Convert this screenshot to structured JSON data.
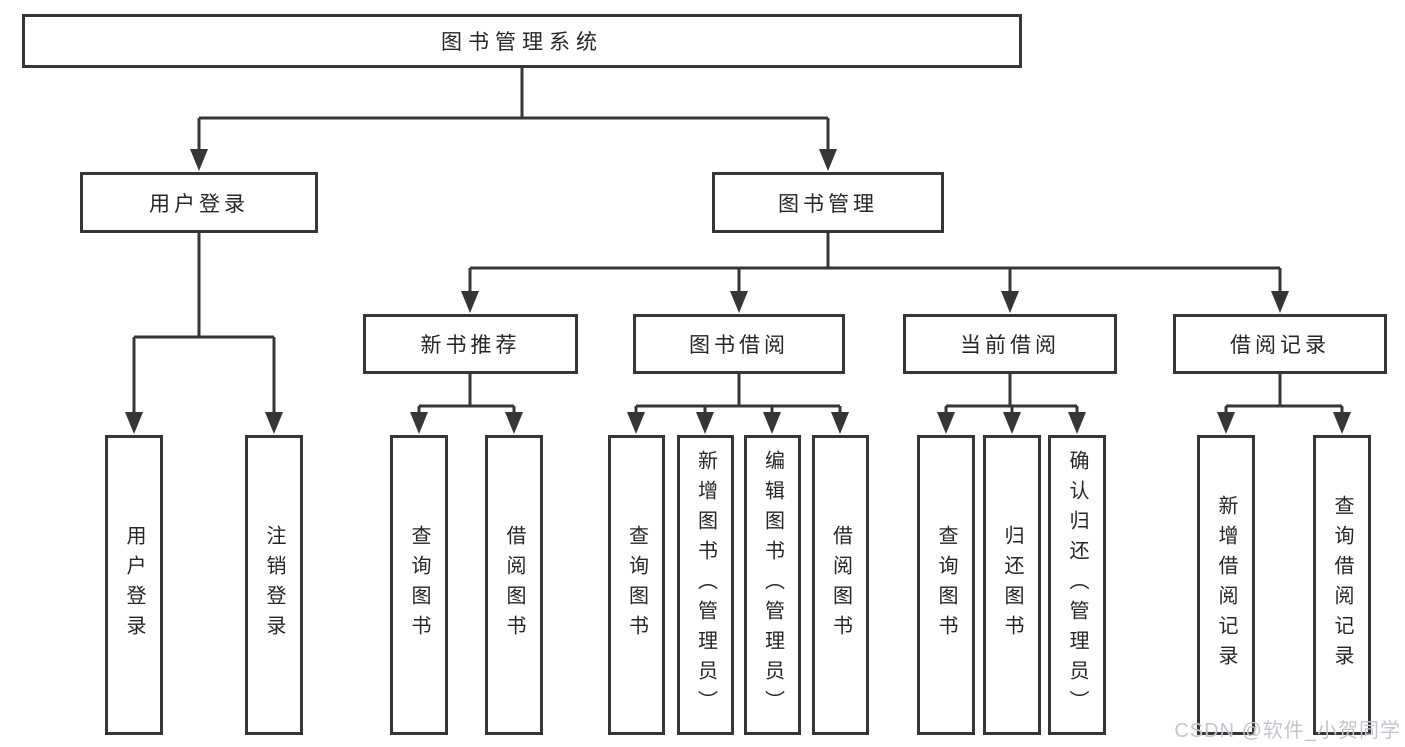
{
  "diagram": {
    "root": {
      "label": "图书管理系统"
    },
    "branches": [
      {
        "label": "用户登录",
        "children": [
          "用户登录",
          "注销登录"
        ]
      },
      {
        "label": "图书管理",
        "sections": [
          {
            "label": "新书推荐",
            "children": [
              "查询图书",
              "借阅图书"
            ]
          },
          {
            "label": "图书借阅",
            "children": [
              "查询图书",
              "新增图书（管理员）",
              "编辑图书（管理员）",
              "借阅图书"
            ]
          },
          {
            "label": "当前借阅",
            "children": [
              "查询图书",
              "归还图书",
              "确认归还（管理员）"
            ]
          },
          {
            "label": "借阅记录",
            "children": [
              "新增借阅记录",
              "查询借阅记录"
            ]
          }
        ]
      }
    ]
  },
  "watermark": "CSDN @软件_小贺同学",
  "colors": {
    "line": "#363636",
    "text": "#262626",
    "watermark": "#c3c6cc",
    "background": "#ffffff"
  }
}
